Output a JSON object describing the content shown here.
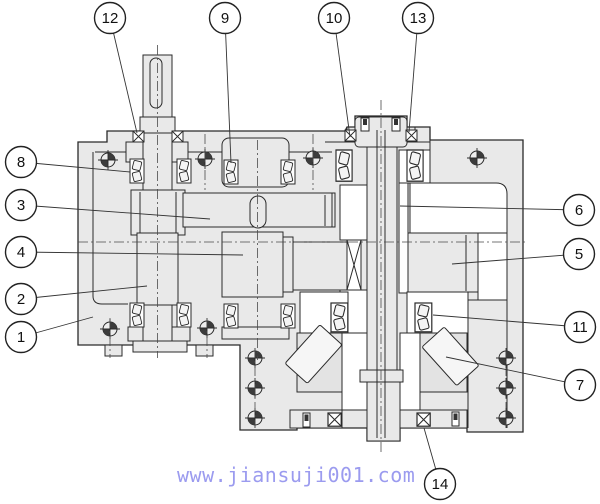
{
  "callouts": [
    {
      "number": "1"
    },
    {
      "number": "2"
    },
    {
      "number": "3"
    },
    {
      "number": "4"
    },
    {
      "number": "5"
    },
    {
      "number": "6"
    },
    {
      "number": "7"
    },
    {
      "number": "8"
    },
    {
      "number": "9"
    },
    {
      "number": "10"
    },
    {
      "number": "11"
    },
    {
      "number": "12"
    },
    {
      "number": "13"
    },
    {
      "number": "14"
    }
  ],
  "watermark": {
    "text": "www.jiansuji001.com",
    "color": "#9b9bef"
  },
  "colors": {
    "paper": "#ffffff",
    "metal_fill": "#e9e9e9",
    "line": "#2a2a2a",
    "balloon_fill": "#ffffff",
    "watermark": "#9b9bef"
  }
}
